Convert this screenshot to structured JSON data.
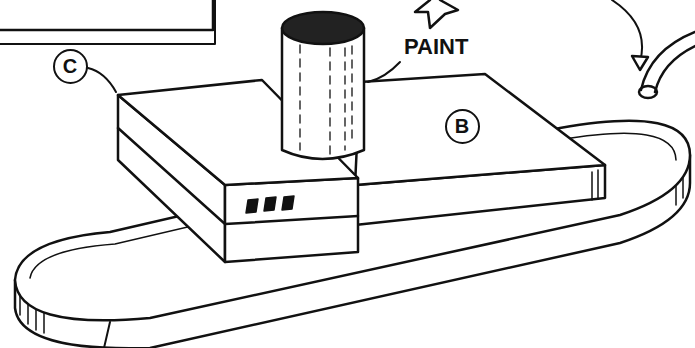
{
  "diagram": {
    "nodes": [
      {
        "text": [
          "C"
        ]
      },
      {
        "text": [
          "B"
        ]
      }
    ],
    "labels": [
      "PAINT"
    ]
  }
}
